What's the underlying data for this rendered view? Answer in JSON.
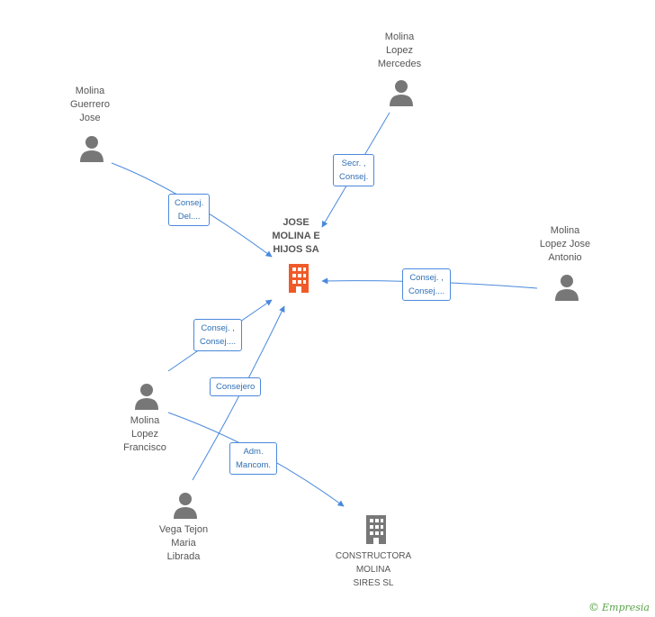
{
  "nodes": {
    "center": {
      "label_lines": [
        "JOSE",
        "MOLINA E",
        "HIJOS SA"
      ],
      "color": "#f05a28"
    },
    "mercedes": {
      "label_lines": [
        "Molina",
        "Lopez",
        "Mercedes"
      ]
    },
    "guerrero": {
      "label_lines": [
        "Molina",
        "Guerrero",
        "Jose"
      ]
    },
    "jose_antonio": {
      "label_lines": [
        "Molina",
        "Lopez Jose",
        "Antonio"
      ]
    },
    "francisco": {
      "label_lines": [
        "Molina",
        "Lopez",
        "Francisco"
      ]
    },
    "librada": {
      "label_lines": [
        "Vega Tejon",
        "Maria",
        "Librada"
      ]
    },
    "constructora": {
      "label_lines": [
        "CONSTRUCTORA",
        "MOLINA",
        "SIRES SL"
      ],
      "color": "#777777"
    }
  },
  "edges": {
    "mercedes": [
      "Secr. ,",
      "Consej."
    ],
    "guerrero": [
      "Consej.",
      "Del...."
    ],
    "jose_antonio": [
      "Consej. ,",
      "Consej...."
    ],
    "francisco": [
      "Consej. ,",
      "Consej...."
    ],
    "librada": [
      "Consejero"
    ],
    "francisco_constructora": [
      "Adm.",
      "Mancom."
    ]
  },
  "colors": {
    "edge": "#4a89dc",
    "person": "#777777"
  },
  "watermark": {
    "symbol": "©",
    "brand": "Empresia"
  }
}
